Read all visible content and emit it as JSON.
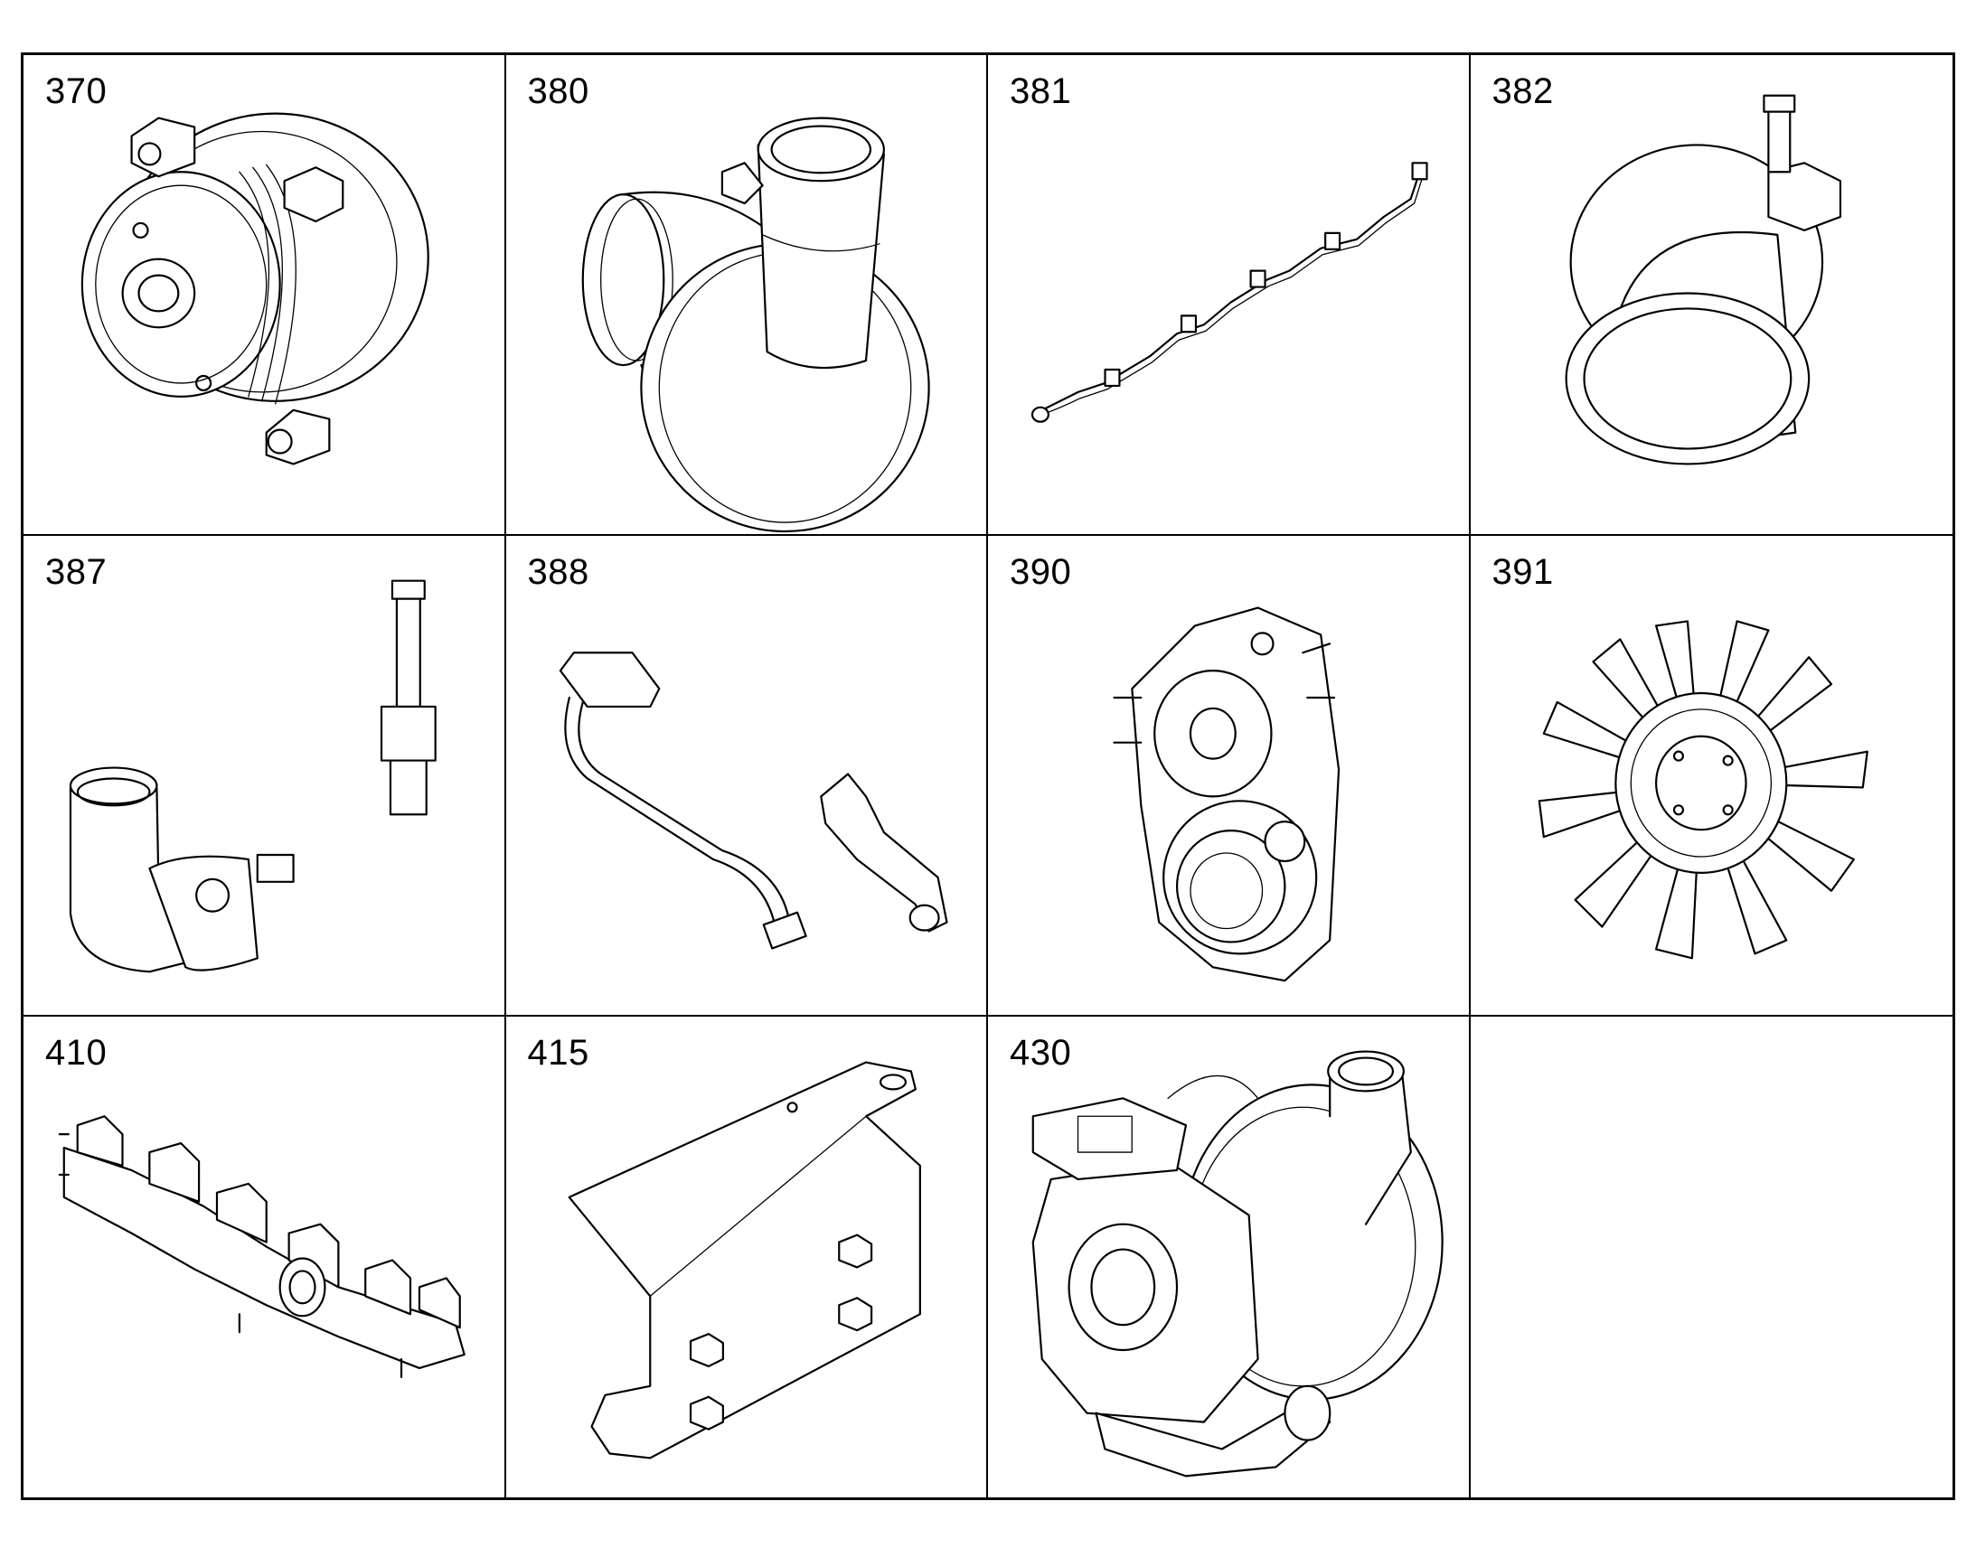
{
  "parts": [
    {
      "number": "370",
      "icon": "water-pump-icon"
    },
    {
      "number": "380",
      "icon": "turbo-elbow-housing-icon"
    },
    {
      "number": "381",
      "icon": "sensor-wiring-harness-icon"
    },
    {
      "number": "382",
      "icon": "outlet-elbow-with-sensor-icon"
    },
    {
      "number": "387",
      "icon": "coolant-elbow-and-sensor-icon"
    },
    {
      "number": "388",
      "icon": "wiring-harness-bracket-icon"
    },
    {
      "number": "390",
      "icon": "belt-drive-assembly-icon"
    },
    {
      "number": "391",
      "icon": "fan-blade-icon"
    },
    {
      "number": "410",
      "icon": "exhaust-manifold-icon"
    },
    {
      "number": "415",
      "icon": "heat-shield-icon"
    },
    {
      "number": "430",
      "icon": "turbocharger-icon"
    },
    {
      "number": "",
      "icon": ""
    }
  ]
}
